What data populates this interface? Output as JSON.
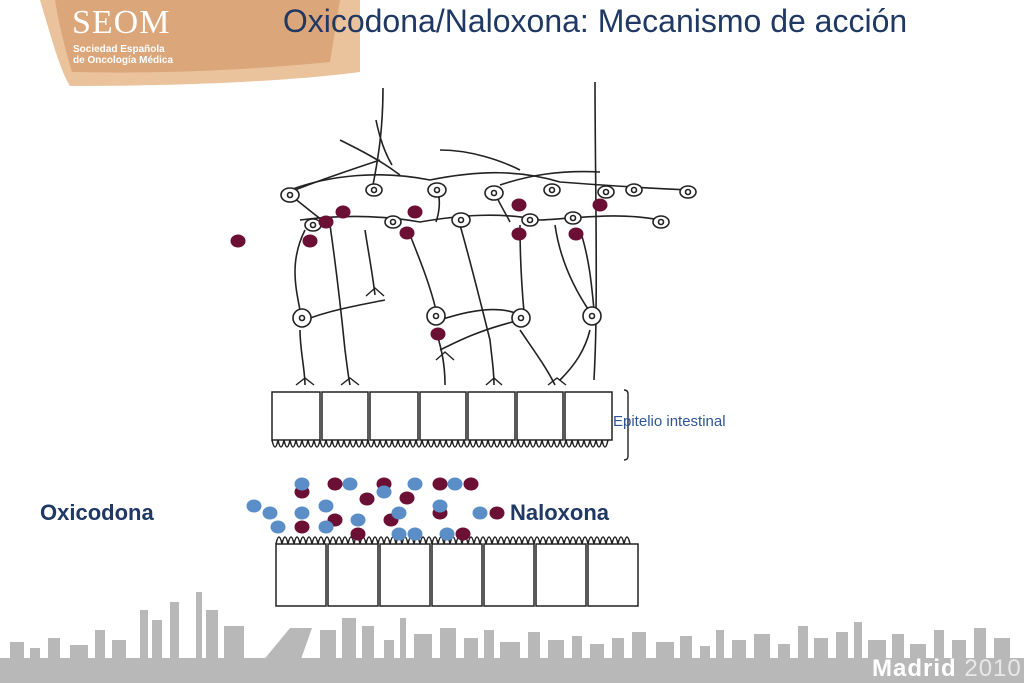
{
  "logo": {
    "name": "SEOM",
    "line1": "Sociedad Española",
    "line2": "de Oncología Médica"
  },
  "title": "Oxicodona/Naloxona: Mecanismo de acción",
  "labels": {
    "epithelium": "Epitelio intestinal",
    "oxycodone": "Oxicodona",
    "naloxone": "Naloxona"
  },
  "footer": {
    "city": "Madrid",
    "year": "2010"
  },
  "colors": {
    "oxycodone_dot": "#6b0f35",
    "naloxone_dot": "#5b8ec7",
    "title": "#1f3864",
    "logo_band": "#e8b98a",
    "skyline": "#b3b3b3"
  }
}
